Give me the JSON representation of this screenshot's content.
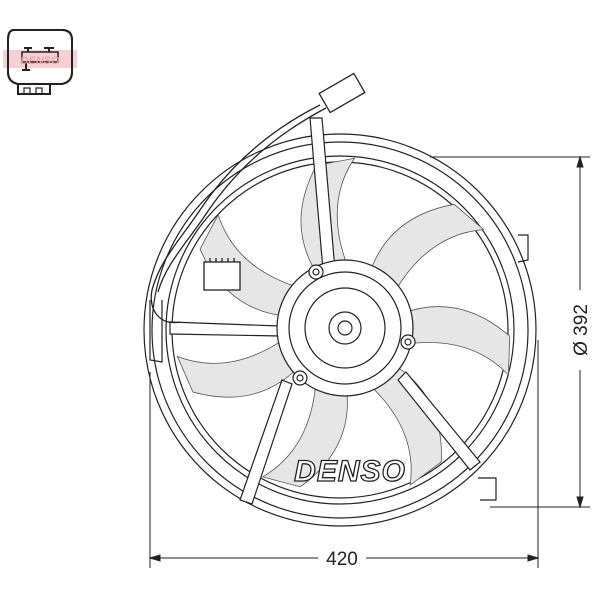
{
  "drawing": {
    "logo_text": "DENSO",
    "connector_watermark": "DENSO",
    "colors": {
      "line": "#222222",
      "blade_fill": "#e6e6e6",
      "watermark": "#e8a0a8"
    }
  },
  "dimensions": {
    "width_label": "420",
    "diameter_label": "Ø 392"
  }
}
